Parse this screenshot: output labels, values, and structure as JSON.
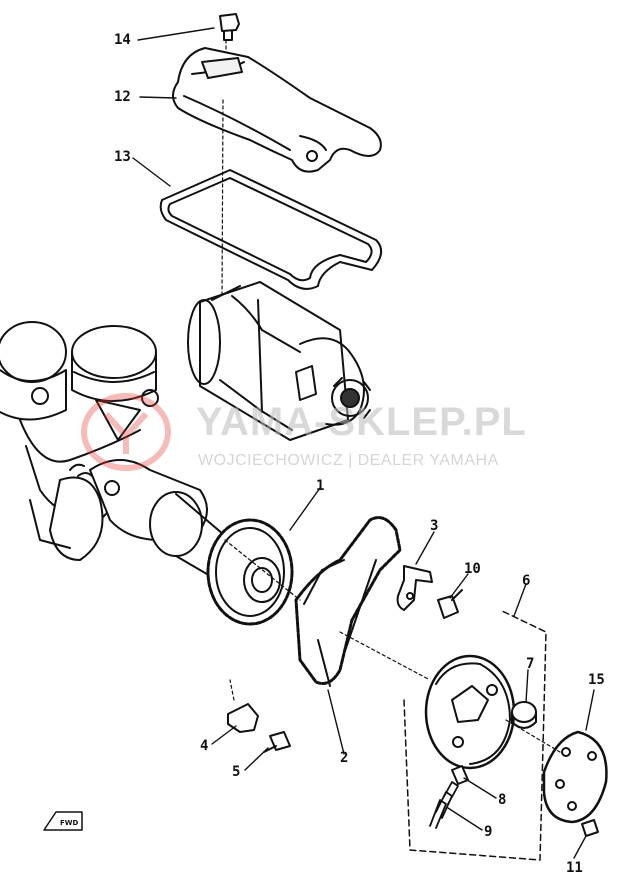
{
  "watermark": {
    "title": "YAMA-SKLEP.PL",
    "subtitle": "WOJCIECHOWICZ | DEALER YAMAHA",
    "logo_color": "#e53935"
  },
  "fwd_label": "FWD",
  "callouts": [
    {
      "id": "14",
      "part": "cover-bolt"
    },
    {
      "id": "12",
      "part": "starter-cover"
    },
    {
      "id": "13",
      "part": "cover-gasket"
    },
    {
      "id": "1",
      "part": "starter-sprocket"
    },
    {
      "id": "3",
      "part": "chain-guide"
    },
    {
      "id": "10",
      "part": "guide-bolt"
    },
    {
      "id": "6",
      "part": "clutch-assembly"
    },
    {
      "id": "7",
      "part": "roller"
    },
    {
      "id": "15",
      "part": "clutch-plate"
    },
    {
      "id": "4",
      "part": "chain-tensioner"
    },
    {
      "id": "5",
      "part": "tensioner-bolt"
    },
    {
      "id": "2",
      "part": "starter-chain"
    },
    {
      "id": "8",
      "part": "spring-cap"
    },
    {
      "id": "9",
      "part": "spring"
    },
    {
      "id": "11",
      "part": "plate-screw"
    }
  ]
}
